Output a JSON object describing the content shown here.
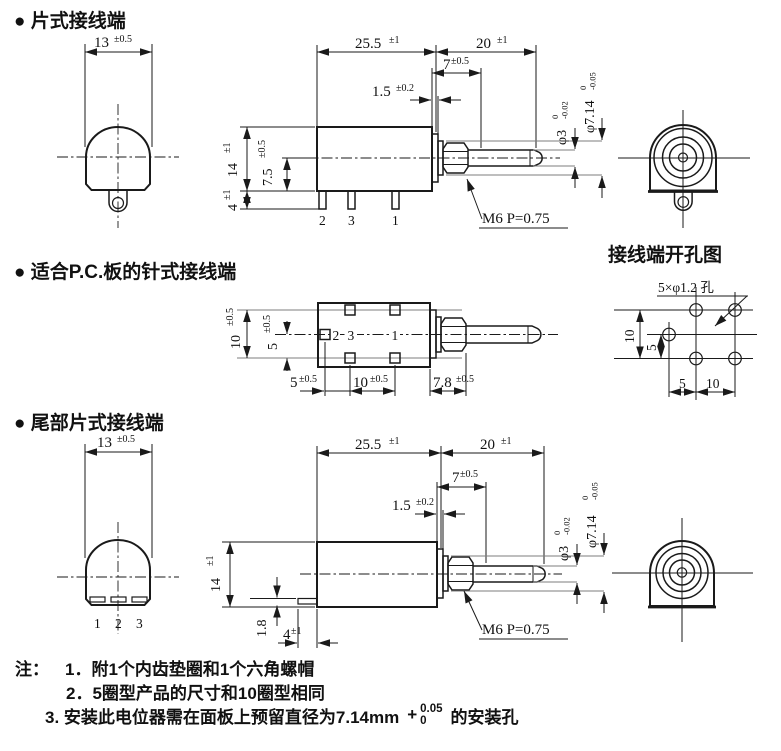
{
  "titles": {
    "s1": "● 片式接线端",
    "s2": "● 适合P.C.板的针式接线端",
    "s3": "● 尾部片式接线端",
    "hole": "接线端开孔图"
  },
  "dims": {
    "w13": {
      "v": "13",
      "t": "±0.5"
    },
    "body255": {
      "v": "25.5",
      "t": "±1"
    },
    "shaft20": {
      "v": "20",
      "t": "±1"
    },
    "bush7": {
      "v": "7",
      "t": "±0.5"
    },
    "flange15": {
      "v": "1.5",
      "t": "±0.2"
    },
    "h14": {
      "v": "14",
      "t": "±1"
    },
    "ch75": {
      "v": "7.5",
      "t": "±0.5"
    },
    "pin4": {
      "v": "4",
      "t": "±1"
    },
    "d3": {
      "v": "φ3",
      "up": "0",
      "dn": "-0.02"
    },
    "d714": {
      "v": "φ7.14",
      "up": "0",
      "dn": "-0.05"
    },
    "thread": "M6  P=0.75",
    "rows10": {
      "v": "10",
      "t": "±0.5"
    },
    "half5": {
      "v": "5",
      "t": "±0.5"
    },
    "pitch5": {
      "v": "5",
      "t": "±0.5"
    },
    "pitch10": {
      "v": "10",
      "t": "±0.5"
    },
    "bush78": {
      "v": "7.8",
      "t": "±0.5"
    },
    "tab18": "1.8",
    "tab4": {
      "v": "4",
      "t": "±1"
    }
  },
  "hole_diagram": {
    "callout": "5×φ1.2 孔",
    "v10": "10",
    "v5": "5",
    "h5": "5",
    "h10": "10"
  },
  "terminals": {
    "s1": [
      "2",
      "3",
      "1"
    ],
    "s2": [
      "2",
      "3",
      "1"
    ],
    "s3": [
      "1",
      "2",
      "3"
    ]
  },
  "notes": {
    "label": "注：",
    "n1": "1．附1个内齿垫圈和1个六角螺帽",
    "n2": "2．5圈型产品的尺寸和10圈型相同",
    "n3_pre": "3. 安装此电位器需在面板上预留直径为7.14mm",
    "n3_plus": "+",
    "n3_upper": "0.05",
    "n3_lower": "0",
    "n3_post": "的安装孔"
  },
  "colors": {
    "ink": "#1a1a1a",
    "line_gray": "#7d7d7d",
    "bg": "#ffffff"
  }
}
